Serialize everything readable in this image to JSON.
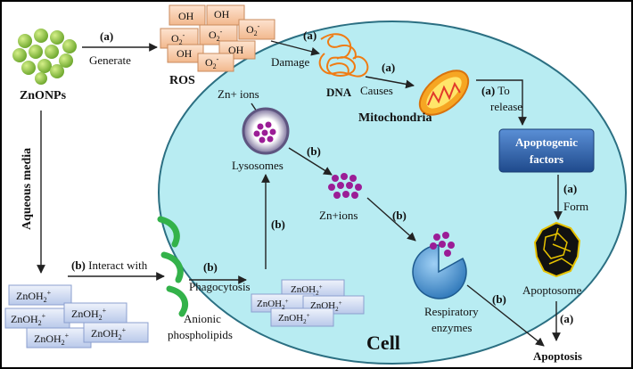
{
  "labels": {
    "znonps": "ZnONPs",
    "generate_letter": "(a)",
    "generate": "Generate",
    "ros": "ROS",
    "oh": "OH",
    "o2": "O",
    "damage_letter": "(a)",
    "damage": "Damage",
    "dna": "DNA",
    "causes_letter": "(a)",
    "causes": "Causes",
    "mitochondria": "Mitochondria",
    "release_letter": "(a)",
    "release_to": "To",
    "release": "release",
    "apoptogenic_1": "Apoptogenic",
    "apoptogenic_2": "factors",
    "form_letter": "(a)",
    "form": "Form",
    "apoptosome": "Apoptosome",
    "apoptosis_letter": "(a)",
    "apoptosis": "Apoptosis",
    "zn_ions_top": "Zn+ ions",
    "lysosomes": "Lysosomes",
    "lys_letter": "(b)",
    "zn_ions_mid": "Zn+ions",
    "resp_letter": "(b)",
    "respiratory_1": "Respiratory",
    "respiratory_2": "enzymes",
    "resp_apop_letter": "(b)",
    "aqueous": "Aqueous media",
    "interact_letter": "(b)",
    "interact": "Interact with",
    "phago_letter": "(b)",
    "phagocytosis": "Phagocytosis",
    "up_letter": "(b)",
    "anionic_1": "Anionic",
    "anionic_2": "phospholipids",
    "cell": "Cell",
    "znoh2_base": "ZnOH",
    "sub2": "2",
    "sup_plus": "+"
  },
  "colors": {
    "cell_fill": "#b8ecf2",
    "nano_green": "#8cc63f",
    "ros_box": "#f5cba7",
    "zn_box": "#c7d4f0",
    "apop_box": "#2f5fa8",
    "membrane_green": "#33b24a",
    "purple": "#9b1d96"
  }
}
